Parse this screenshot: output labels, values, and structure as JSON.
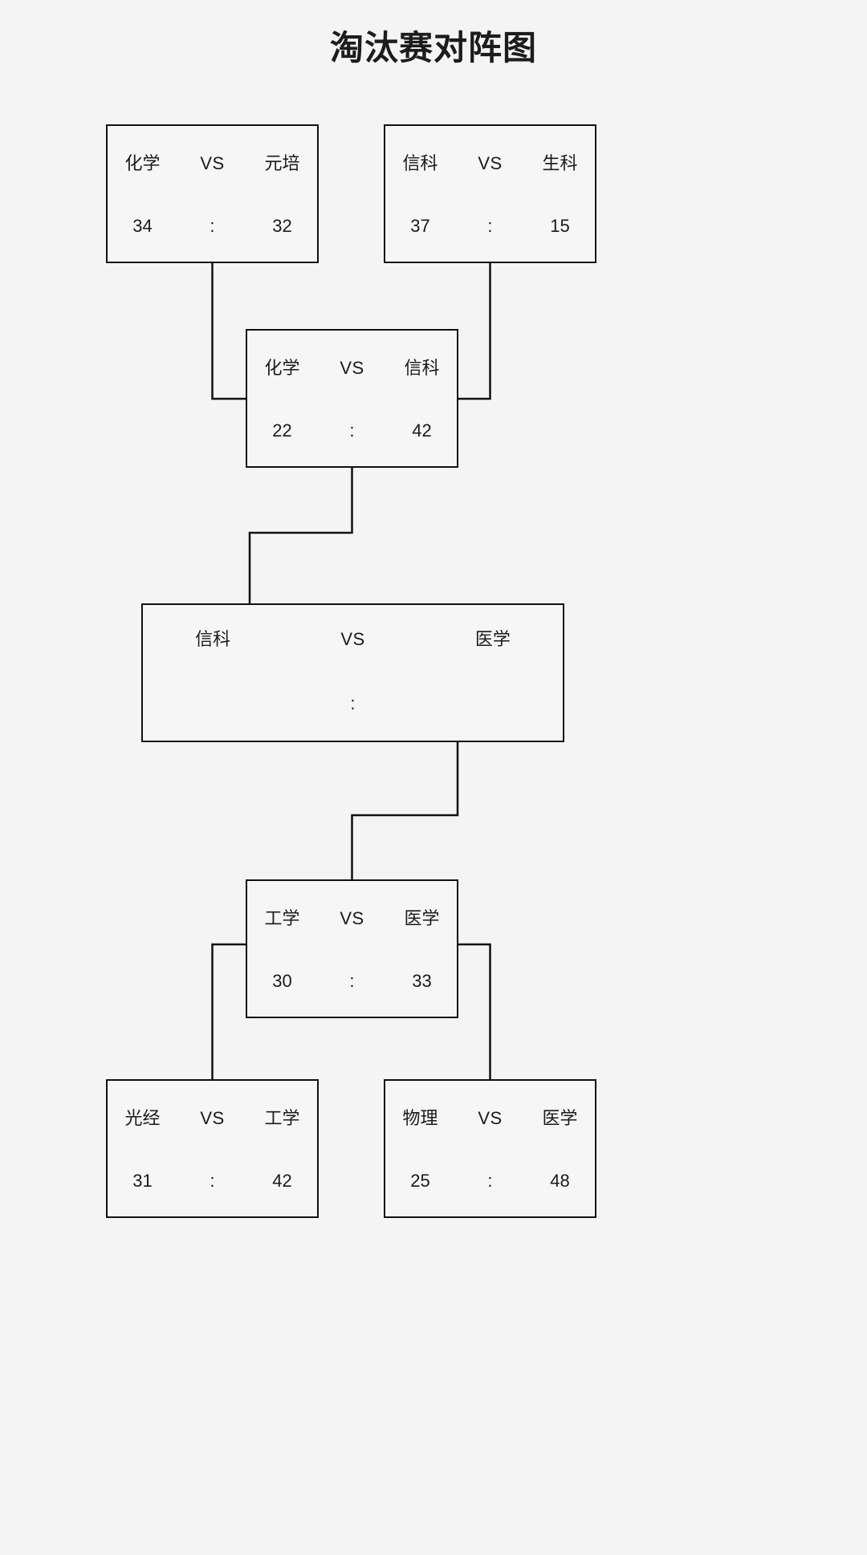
{
  "title": "淘汰赛对阵图",
  "labels": {
    "vs": "VS",
    "colon": ":"
  },
  "colors": {
    "background": "#f4f4f4",
    "box_fill": "#f6f6f6",
    "line": "#111111",
    "text": "#1a1a1a"
  },
  "chart_data": {
    "type": "bracket",
    "title": "淘汰赛对阵图",
    "matches": [
      {
        "id": "r1m1",
        "round": 1,
        "team_left": "化学",
        "team_right": "元培",
        "score_left": "34",
        "score_right": "32",
        "vs": "VS",
        "separator": ":",
        "winner": "化学"
      },
      {
        "id": "r1m2",
        "round": 1,
        "team_left": "信科",
        "team_right": "生科",
        "score_left": "37",
        "score_right": "15",
        "vs": "VS",
        "separator": ":",
        "winner": "信科"
      },
      {
        "id": "r2m1",
        "round": 2,
        "team_left": "化学",
        "team_right": "信科",
        "score_left": "22",
        "score_right": "42",
        "vs": "VS",
        "separator": ":",
        "winner": "信科"
      },
      {
        "id": "final",
        "round": 3,
        "team_left": "信科",
        "team_right": "医学",
        "score_left": "",
        "score_right": "",
        "vs": "VS",
        "separator": ":",
        "winner": ""
      },
      {
        "id": "r2m2",
        "round": 2,
        "team_left": "工学",
        "team_right": "医学",
        "score_left": "30",
        "score_right": "33",
        "vs": "VS",
        "separator": ":",
        "winner": "医学"
      },
      {
        "id": "r1m3",
        "round": 1,
        "team_left": "光经",
        "team_right": "工学",
        "score_left": "31",
        "score_right": "42",
        "vs": "VS",
        "separator": ":",
        "winner": "工学"
      },
      {
        "id": "r1m4",
        "round": 1,
        "team_left": "物理",
        "team_right": "医学",
        "score_left": "25",
        "score_right": "48",
        "vs": "VS",
        "separator": ":",
        "winner": "医学"
      }
    ]
  }
}
